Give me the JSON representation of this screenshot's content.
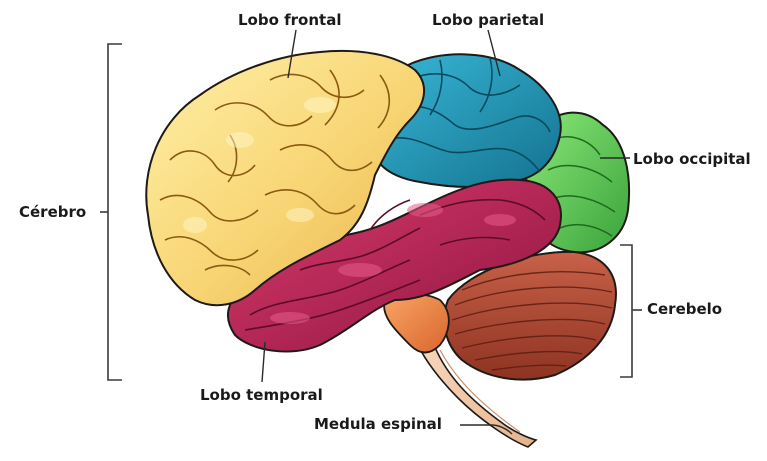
{
  "labels": {
    "frontal": "Lobo frontal",
    "parietal": "Lobo parietal",
    "occipital": "Lobo occipital",
    "cerebro": "Cérebro",
    "cerebelo": "Cerebelo",
    "temporal": "Lobo temporal",
    "medula": "Medula espinal"
  },
  "colors": {
    "frontal": "#f7cf6a",
    "parietal": "#1e8fb0",
    "occipital": "#5cc85a",
    "temporal": "#b81f55",
    "cerebelo": "#b24a37",
    "medula": "#f08a4b",
    "spinal_cord": "#f3c7a6",
    "outline": "#1f1a17",
    "text": "#1a1a1a"
  }
}
